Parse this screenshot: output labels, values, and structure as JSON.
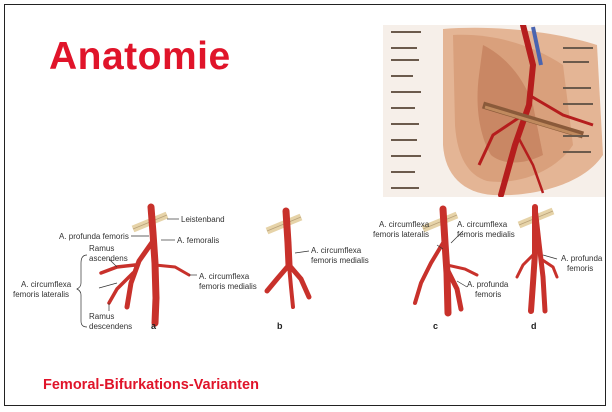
{
  "slide": {
    "title": "Anatomie",
    "caption": "Femoral-Bifurkations-Varianten"
  },
  "diagrams": {
    "panel_a": {
      "letter": "a",
      "leistenband": "Leistenband",
      "profunda": "A. profunda femoris",
      "femoralis": "A. femoralis",
      "ramus_asc_1": "Ramus",
      "ramus_asc_2": "ascendens",
      "circ_lat_1": "A. circumflexa",
      "circ_lat_2": "femoris lateralis",
      "circ_med_1": "A. circumflexa",
      "circ_med_2": "femoris medialis",
      "ramus_desc_1": "Ramus",
      "ramus_desc_2": "descendens"
    },
    "panel_b": {
      "letter": "b",
      "circ_med_1": "A. circumflexa",
      "circ_med_2": "femoris medialis"
    },
    "panel_c": {
      "letter": "c",
      "circ_lat_1": "A. circumflexa",
      "circ_lat_2": "femoris lateralis",
      "circ_med_1": "A. circumflexa",
      "circ_med_2": "femoris medialis",
      "profunda_1": "A. profunda",
      "profunda_2": "femoris"
    },
    "panel_d": {
      "letter": "d",
      "profunda_1": "A. profunda",
      "profunda_2": "femoris"
    }
  },
  "colors": {
    "title": "#e0142a",
    "artery": "#c8312b",
    "ligament": "#e6d3a8"
  }
}
